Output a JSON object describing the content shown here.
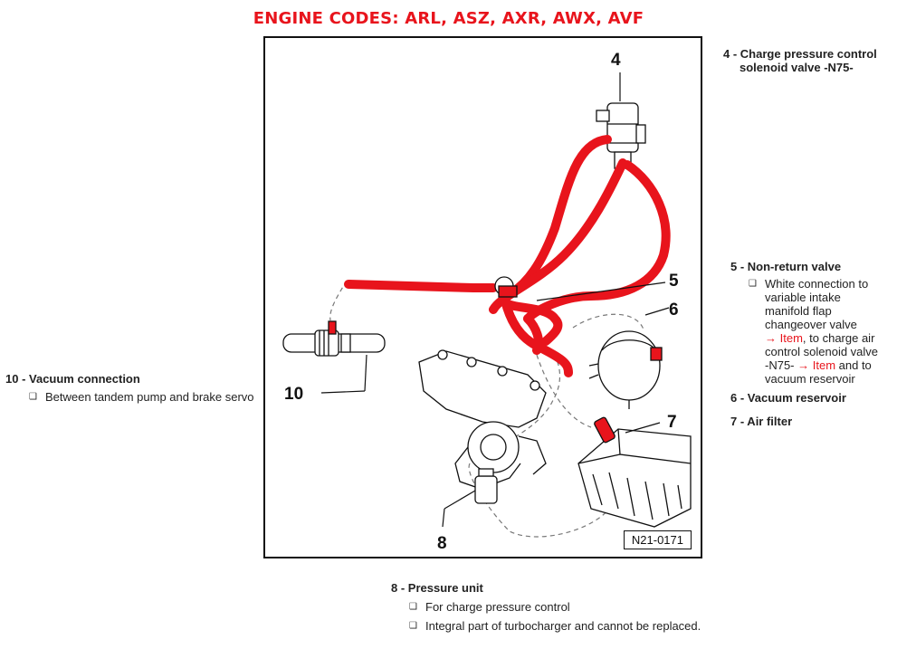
{
  "title": "ENGINE CODES: ARL, ASZ, AXR, AWX, AVF",
  "figure_code": "N21-0171",
  "callouts": {
    "n4": "4",
    "n5": "5",
    "n6": "6",
    "n7": "7",
    "n8": "8",
    "n10": "10"
  },
  "items": {
    "i4": {
      "head_line1": "4 - Charge pressure control",
      "head_line2": "solenoid valve -N75-"
    },
    "i5": {
      "head": "5 - Non-return valve",
      "bullet_char": "❑",
      "l1": "White connection to",
      "l2": "variable intake",
      "l3": "manifold flap",
      "l4": "changeover valve",
      "l5_ref": "→ Item",
      "l5_text": ", to charge air",
      "l6": "control solenoid valve",
      "l7_text": "-N75- ",
      "l7_ref": "→ Item",
      "l7_end": " and to",
      "l8": "vacuum reservoir"
    },
    "i6": {
      "head": "6 - Vacuum reservoir"
    },
    "i7": {
      "head": "7 - Air filter"
    },
    "i8": {
      "head": "8 - Pressure unit",
      "bullet_char": "❑",
      "b1": "For charge pressure control",
      "b2": "Integral part of turbocharger and cannot be replaced."
    },
    "i10": {
      "head": "10 - Vacuum connection",
      "bullet_char": "❑",
      "b1": "Between tandem pump and brake servo"
    }
  },
  "colors": {
    "hose": "#e8141c",
    "title": "#e8141c",
    "line": "#111111"
  }
}
